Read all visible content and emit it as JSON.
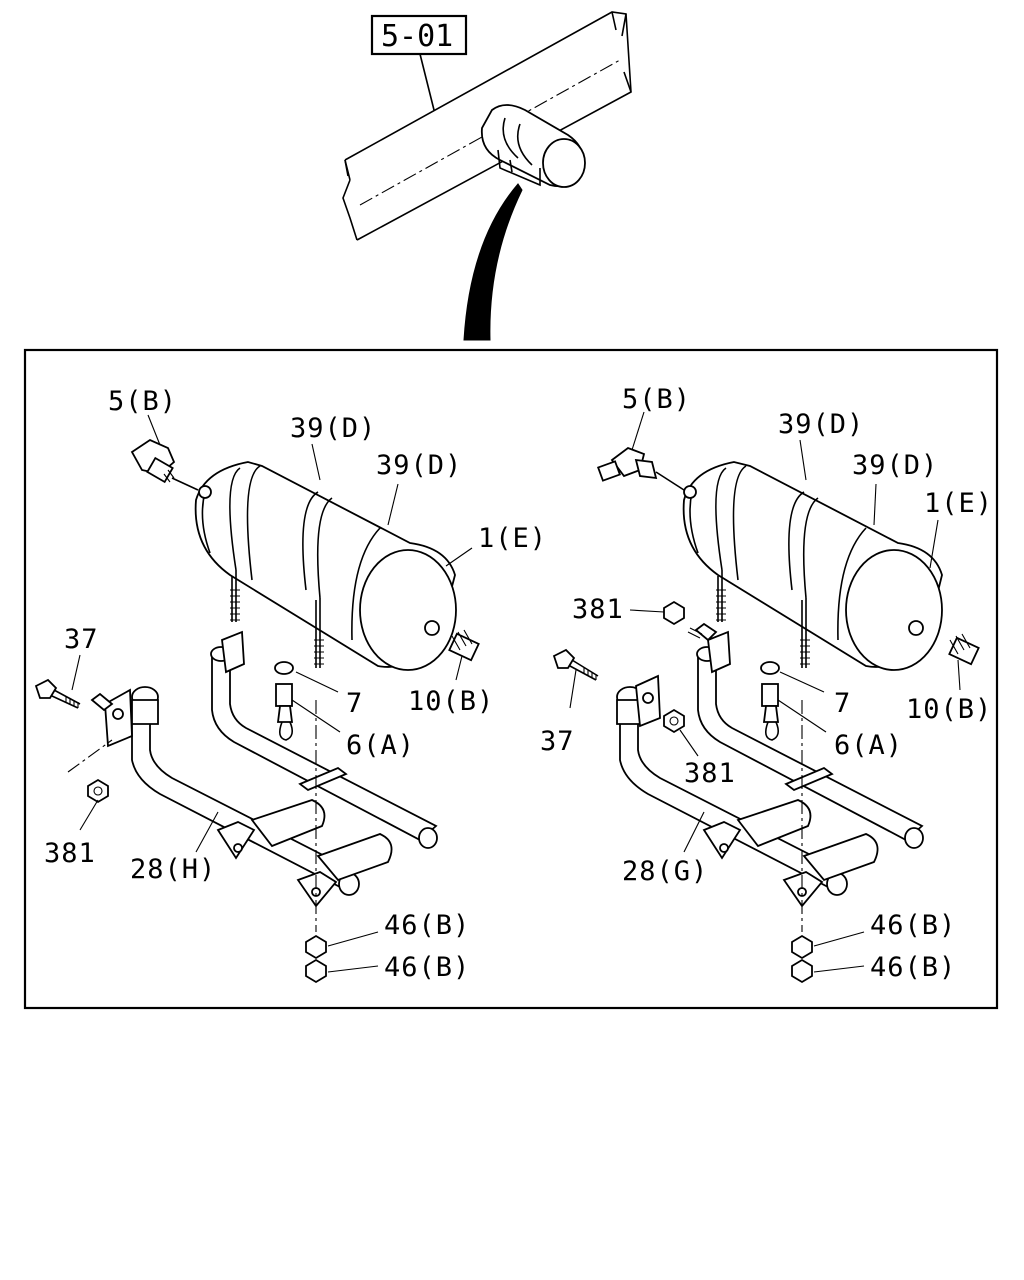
{
  "reference": {
    "label": "5-01"
  },
  "left_assembly": {
    "labels": {
      "bracket_fitting": "5(B)",
      "band_upper": "39(D)",
      "band_lower": "39(D)",
      "tank": "1(E)",
      "bolt": "37",
      "washer": "7",
      "drain_plug": "10(B)",
      "valve": "6(A)",
      "nut_left": "381",
      "frame": "28(H)",
      "nut_upper": "46(B)",
      "nut_lower": "46(B)"
    }
  },
  "right_assembly": {
    "labels": {
      "bracket_fitting": "5(B)",
      "band_upper": "39(D)",
      "band_lower": "39(D)",
      "tank": "1(E)",
      "nut_top": "381",
      "bolt": "37",
      "washer": "7",
      "drain_plug": "10(B)",
      "valve": "6(A)",
      "nut_mid": "381",
      "frame": "28(G)",
      "nut_upper": "46(B)",
      "nut_lower": "46(B)"
    }
  }
}
